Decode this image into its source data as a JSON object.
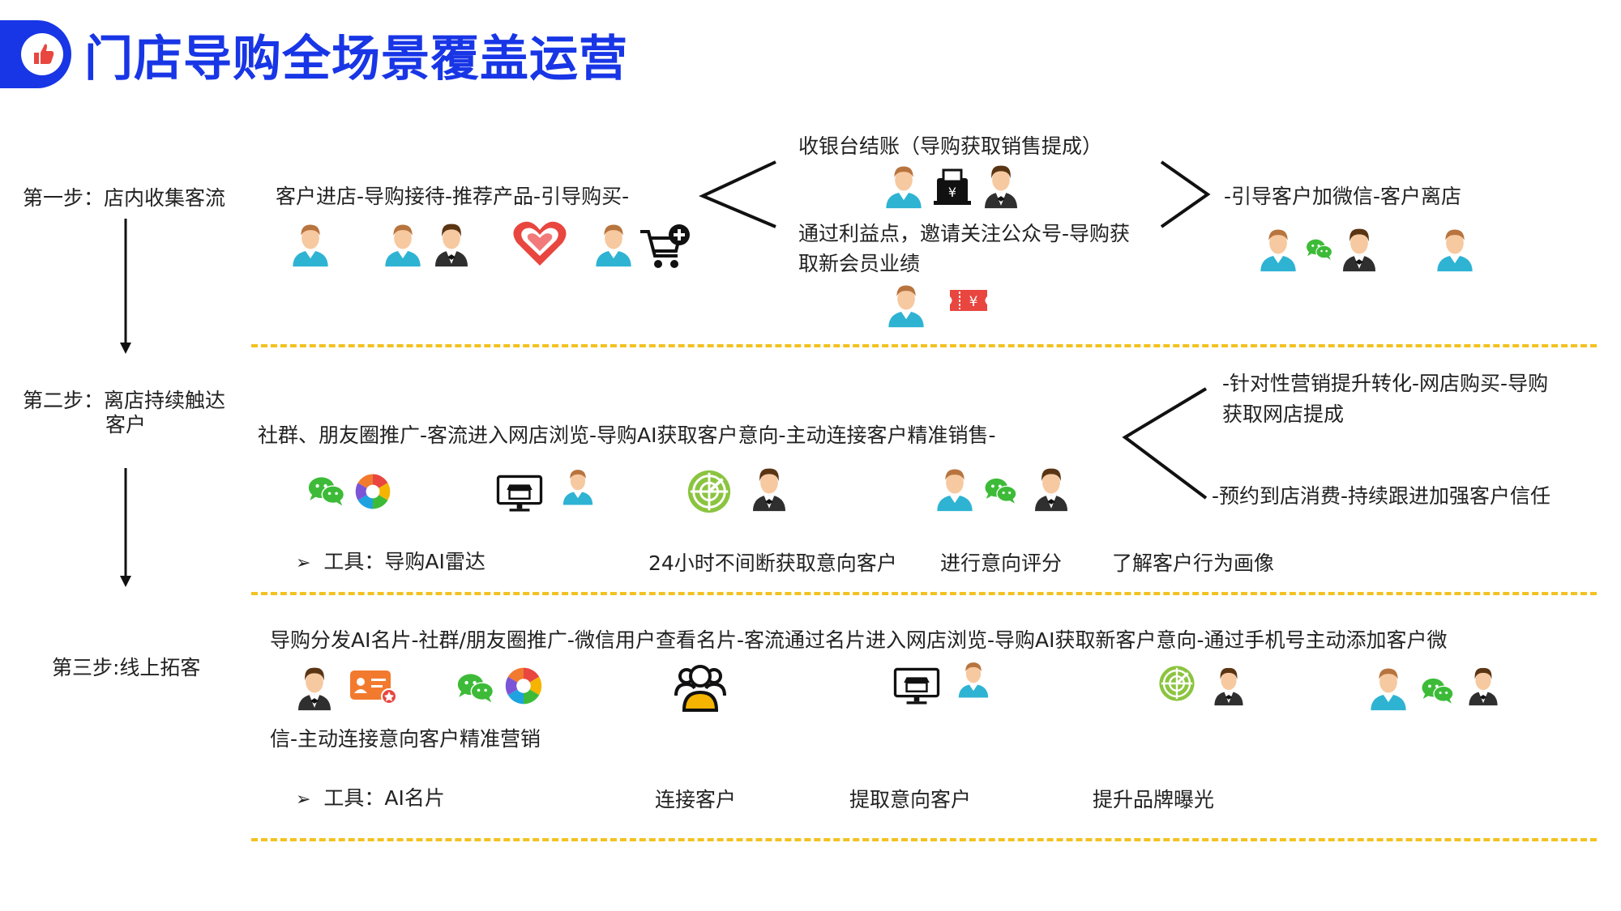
{
  "title": "门店导购全场景覆盖运营",
  "colors": {
    "brand": "#1836e6",
    "dash": "#f3c221",
    "person": "#2eb3d3",
    "wechat": "#3dbb38",
    "radar": "#8bc43f",
    "accent_red": "#e8463f"
  },
  "icons": [
    "thumbs-up-icon",
    "customer-icon",
    "staff-icon",
    "heart-icon",
    "cart-plus-icon",
    "cash-register-icon",
    "coupon-icon",
    "wechat-icon",
    "chrome-like-icon",
    "monitor-store-icon",
    "radar-icon",
    "group-icon",
    "business-card-icon"
  ],
  "step1": {
    "label": "第一步：店内收集客流",
    "main": "客户进店-导购接待-推荐产品-引导购买-",
    "branch_top": "收银台结账（导购获取销售提成）",
    "branch_bottom_1": "通过利益点，邀请关注公众号-导购获",
    "branch_bottom_2": "取新会员业绩",
    "result": "-引导客户加微信-客户离店"
  },
  "step2": {
    "label_1": "第二步：离店持续触达",
    "label_2": "客户",
    "main": "社群、朋友圈推广-客流进入网店浏览-导购AI获取客户意向-主动连接客户精准销售-",
    "branch_top_1": "-针对性营销提升转化-网店购买-导购",
    "branch_top_2": "获取网店提成",
    "branch_bottom": "-预约到店消费-持续跟进加强客户信任",
    "tool": "工具：导购AI雷达",
    "feature_1": "24小时不间断获取意向客户",
    "feature_2": "进行意向评分",
    "feature_3": "了解客户行为画像"
  },
  "step3": {
    "label": "第三步:线上拓客",
    "main_1": "导购分发AI名片-社群/朋友圈推广-微信用户查看名片-客流通过名片进入网店浏览-导购AI获取新客户意向-通过手机号主动添加客户微",
    "main_2": "信-主动连接意向客户精准营销",
    "tool": "工具：AI名片",
    "feature_1": "连接客户",
    "feature_2": "提取意向客户",
    "feature_3": "提升品牌曝光"
  }
}
